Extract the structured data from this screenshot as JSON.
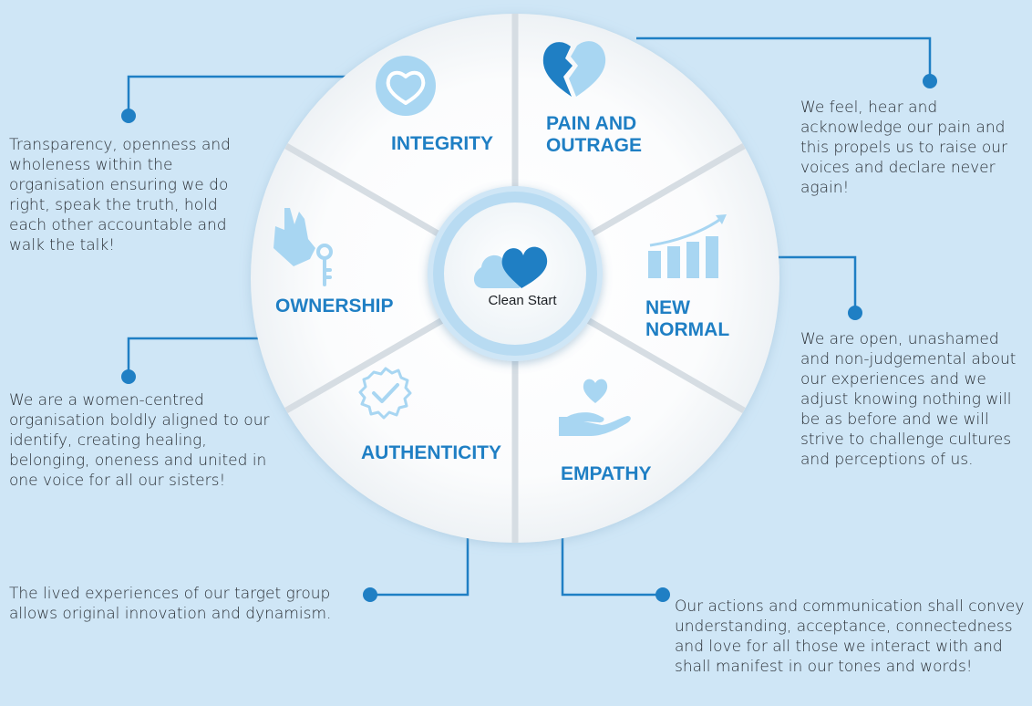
{
  "center": {
    "label": "Clean Start"
  },
  "values": [
    {
      "id": "integrity",
      "title_lines": [
        "INTEGRITY"
      ],
      "description": "Transparency, openness and wholeness within the organisation ensuring we do right, speak the truth, hold each other accountable and walk the talk!",
      "icon": "heart-badge-icon"
    },
    {
      "id": "pain",
      "title_lines": [
        "PAIN AND",
        "OUTRAGE"
      ],
      "description": "We feel, hear and acknowledge our pain and this propels us to raise our voices and declare never again!",
      "icon": "broken-heart-icon"
    },
    {
      "id": "newnormal",
      "title_lines": [
        "NEW",
        "NORMAL"
      ],
      "description": "We are open, unashamed and non-judgemental about our experiences and we adjust knowing nothing will be as before and we will strive to challenge cultures and perceptions of us.",
      "icon": "growth-chart-icon"
    },
    {
      "id": "empathy",
      "title_lines": [
        "EMPATHY"
      ],
      "description": "Our actions and communication shall convey understanding, acceptance, connectedness and love for all those we interact with and shall manifest in our tones and words!",
      "icon": "hand-heart-icon"
    },
    {
      "id": "authenticity",
      "title_lines": [
        "AUTHENTICITY"
      ],
      "description": "The lived experiences of our target group allows original innovation and dynamism.",
      "icon": "verified-badge-icon"
    },
    {
      "id": "ownership",
      "title_lines": [
        "OWNERSHIP"
      ],
      "description": "We are a women-centred organisation boldly aligned to our identify, creating healing, belonging, oneness and united in one voice for all our sisters!",
      "icon": "hand-key-icon"
    }
  ],
  "colors": {
    "background": "#cfe6f6",
    "accent": "#1f7fc4",
    "light_blue": "#a8d6f2",
    "text": "#2a2f35",
    "divider": "#d6dde3"
  }
}
